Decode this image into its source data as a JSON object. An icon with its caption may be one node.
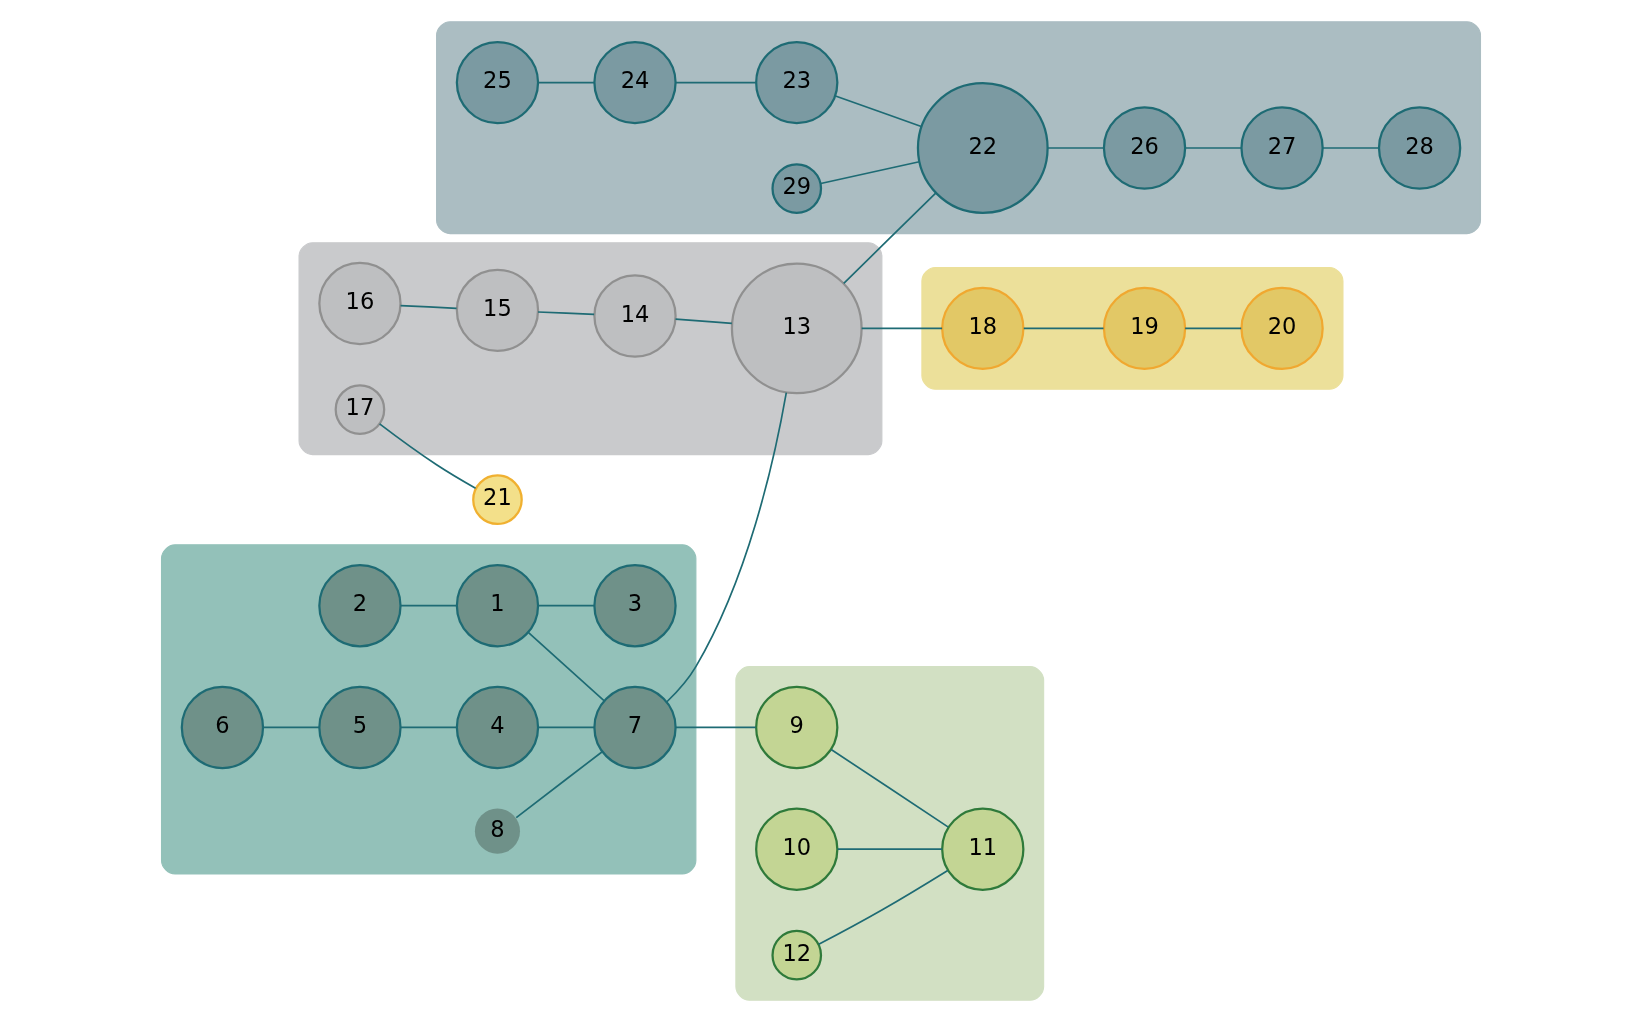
{
  "diagram": {
    "nodes": [
      {
        "text": [],
        "shape": "cloud"
      },
      {
        "text": [],
        "shape": "cloud"
      },
      {
        "text": [],
        "shape": "cloud"
      },
      {
        "text": [],
        "shape": "cloud"
      },
      {
        "text": [],
        "shape": "cloud"
      },
      {
        "text": [
          "1"
        ],
        "in": 0
      },
      {
        "text": [
          "2"
        ],
        "in": 0
      },
      {
        "text": [
          "3"
        ],
        "in": 0
      },
      {
        "text": [
          "4"
        ],
        "in": 0
      },
      {
        "text": [
          "5"
        ],
        "in": 0
      },
      {
        "text": [
          "6"
        ],
        "in": 0
      },
      {
        "text": [
          "7"
        ],
        "in": 0
      },
      {
        "text": [
          "8"
        ],
        "in": 0
      },
      {
        "text": [
          "9"
        ],
        "in": 1
      },
      {
        "text": [
          "10"
        ],
        "in": 1
      },
      {
        "text": [
          "11"
        ],
        "in": 1
      },
      {
        "text": [
          "12"
        ],
        "in": 1
      },
      {
        "text": [
          "13"
        ],
        "in": 2
      },
      {
        "text": [
          "14"
        ],
        "in": 2
      },
      {
        "text": [
          "15"
        ],
        "in": 2
      },
      {
        "text": [
          "16"
        ],
        "in": 2
      },
      {
        "text": [
          "17"
        ],
        "in": 2
      },
      {
        "text": [
          "18"
        ],
        "in": 3
      },
      {
        "text": [
          "19"
        ],
        "in": 3
      },
      {
        "text": [
          "20"
        ],
        "in": 3
      },
      {
        "text": [
          "21"
        ]
      },
      {
        "text": [
          "22"
        ],
        "in": 4
      },
      {
        "text": [
          "23"
        ],
        "in": 4
      },
      {
        "text": [
          "24"
        ],
        "in": 4
      },
      {
        "text": [
          "25"
        ],
        "in": 4
      },
      {
        "text": [
          "26"
        ],
        "in": 4
      },
      {
        "text": [
          "27"
        ],
        "in": 4
      },
      {
        "text": [
          "28"
        ],
        "in": 4
      },
      {
        "text": [
          "29"
        ],
        "in": 4
      }
    ],
    "edges": [
      {
        "from": 6,
        "to": 5,
        "arrow": "none"
      },
      {
        "from": 5,
        "to": 7,
        "arrow": "none"
      },
      {
        "from": 10,
        "to": 9,
        "arrow": "none"
      },
      {
        "from": 9,
        "to": 8,
        "arrow": "none"
      },
      {
        "from": 8,
        "to": 11,
        "arrow": "none"
      },
      {
        "from": 5,
        "to": 11,
        "arrow": "none"
      },
      {
        "from": 12,
        "to": 11,
        "arrow": "none"
      },
      {
        "from": 11,
        "to": 13,
        "arrow": "none"
      },
      {
        "from": 13,
        "to": 15,
        "arrow": "none"
      },
      {
        "from": 14,
        "to": 15,
        "arrow": "none"
      },
      {
        "from": 16,
        "to": 15,
        "arrow": "none"
      },
      {
        "from": 11,
        "to": 17,
        "arrow": "none"
      },
      {
        "from": 21,
        "to": 25,
        "arrow": "none"
      },
      {
        "from": 20,
        "to": 19,
        "arrow": "none"
      },
      {
        "from": 19,
        "to": 18,
        "arrow": "none"
      },
      {
        "from": 18,
        "to": 17,
        "arrow": "none"
      },
      {
        "from": 17,
        "to": 22,
        "arrow": "none"
      },
      {
        "from": 22,
        "to": 23,
        "arrow": "none"
      },
      {
        "from": 23,
        "to": 24,
        "arrow": "none"
      },
      {
        "from": 17,
        "to": 26,
        "arrow": "none"
      },
      {
        "from": 33,
        "to": 26,
        "arrow": "none"
      },
      {
        "from": 29,
        "to": 28,
        "arrow": "none"
      },
      {
        "from": 28,
        "to": 27,
        "arrow": "none"
      },
      {
        "from": 27,
        "to": 26,
        "arrow": "none"
      },
      {
        "from": 26,
        "to": 30,
        "arrow": "none"
      },
      {
        "from": 30,
        "to": 31,
        "arrow": "none"
      },
      {
        "from": 31,
        "to": 32,
        "arrow": "none"
      }
    ]
  }
}
